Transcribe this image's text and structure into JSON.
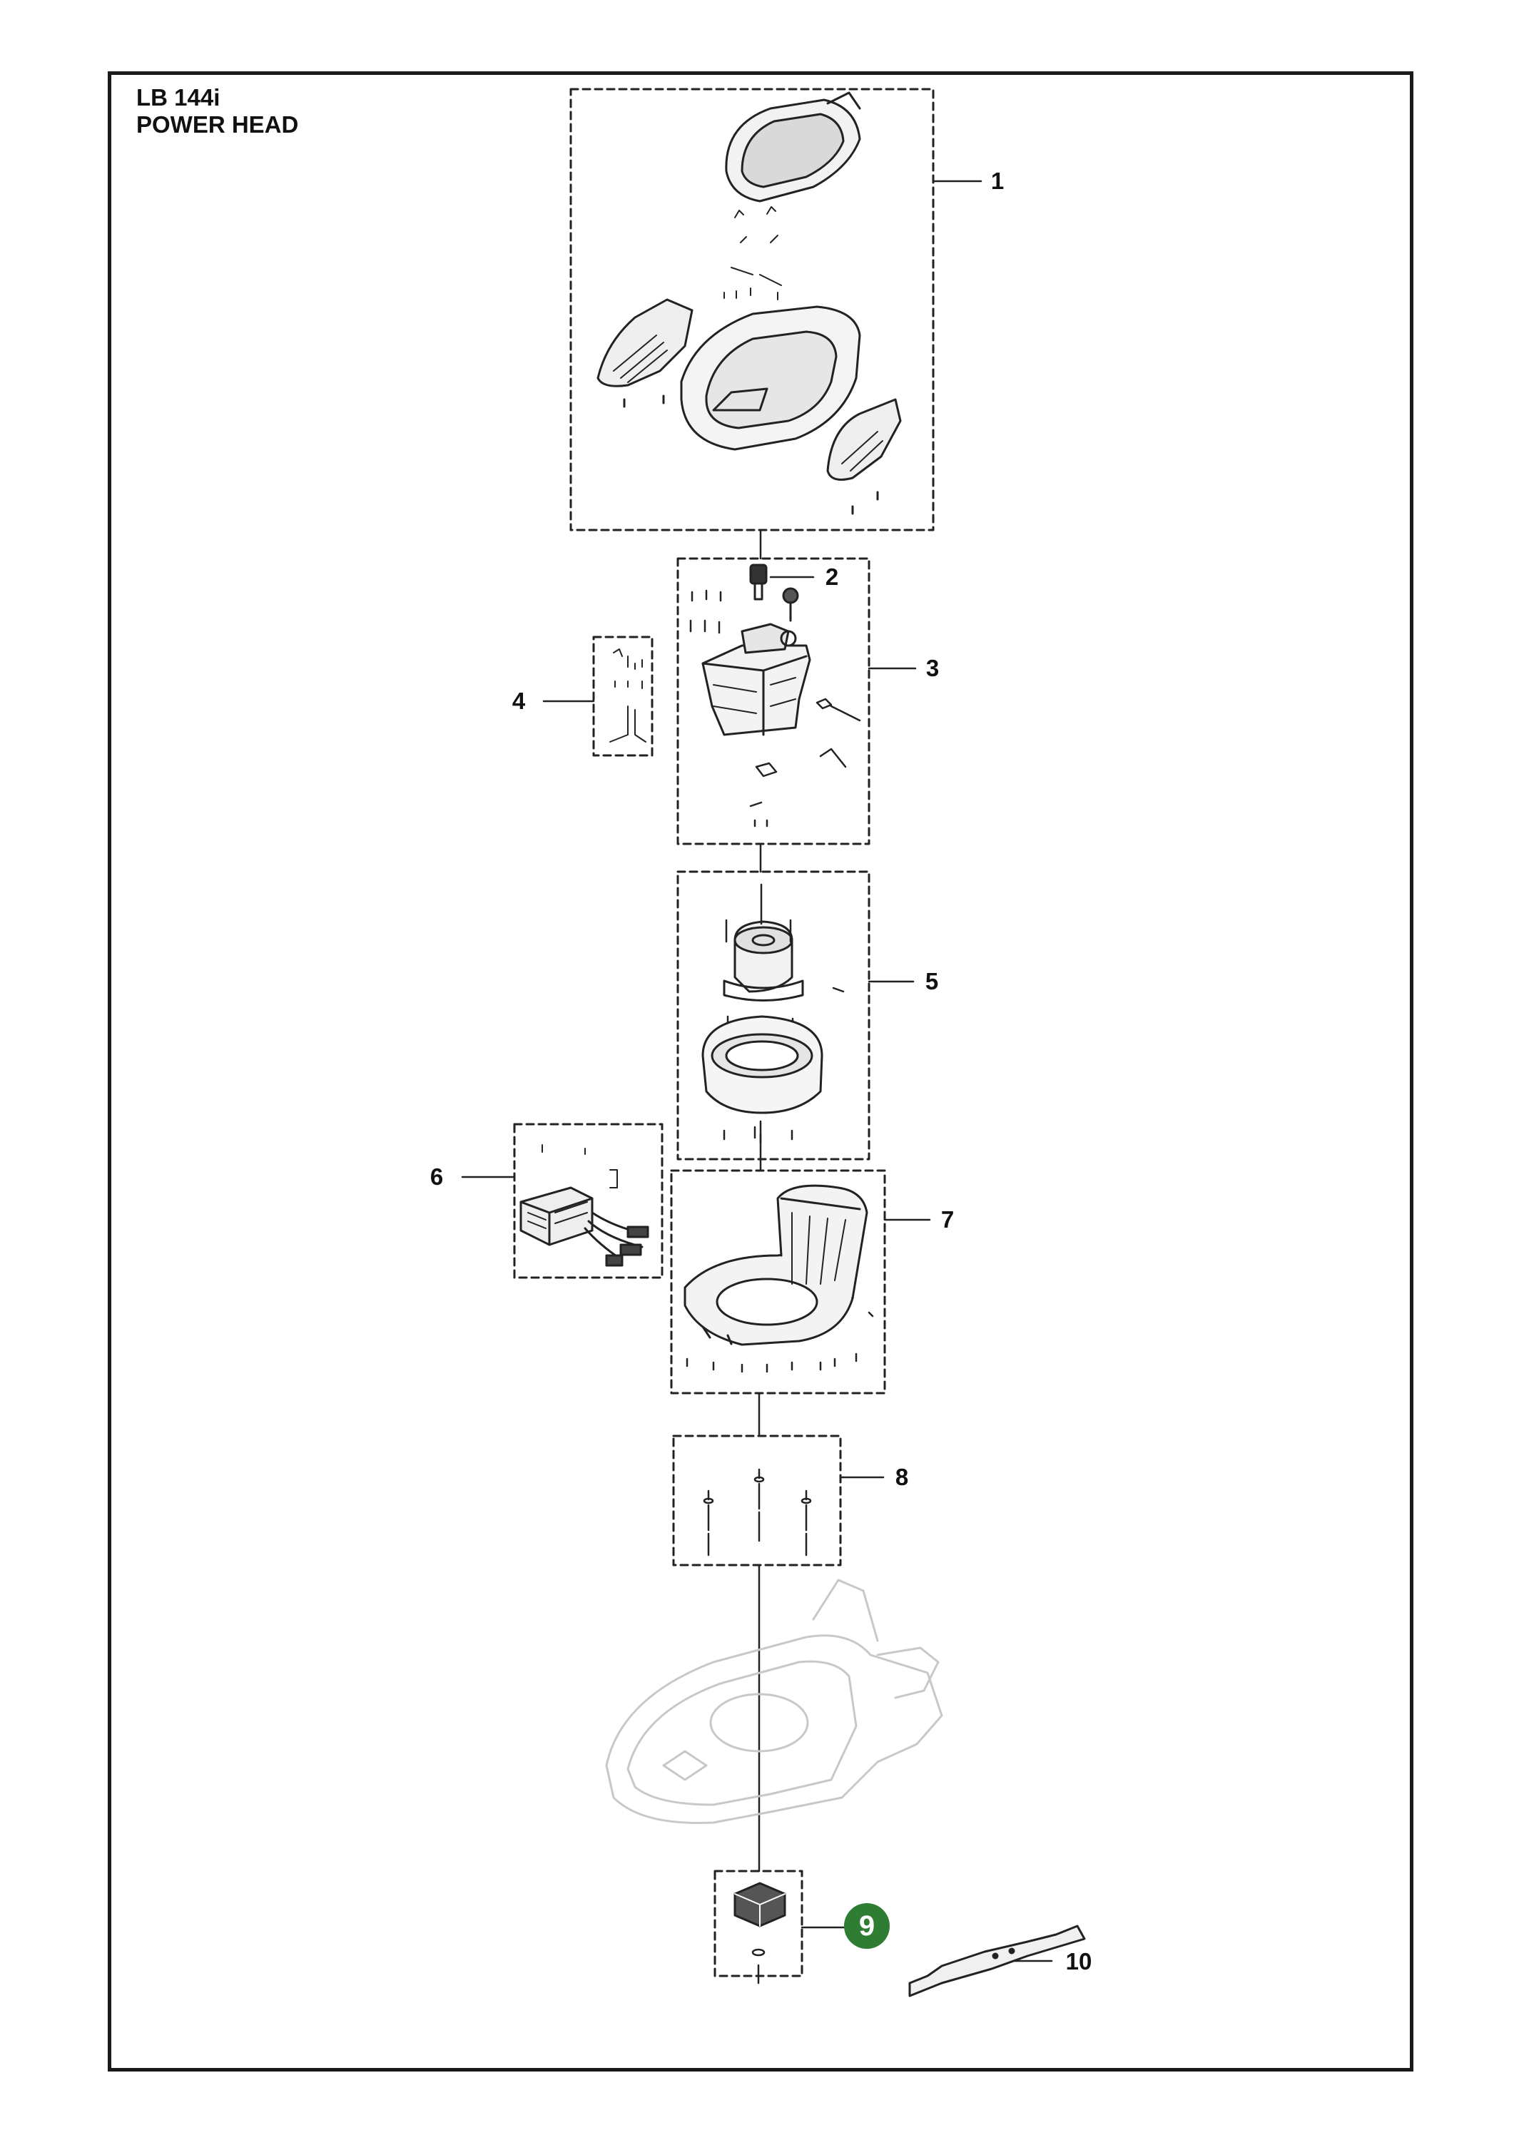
{
  "title": {
    "model": "LB 144i",
    "section": "POWER HEAD"
  },
  "colors": {
    "frame": "#1a1a1a",
    "highlight": "#2e7d32",
    "line": "#222222",
    "ghost": "#c8c8c8"
  },
  "callouts": [
    {
      "id": "1",
      "label": "1",
      "highlighted": false
    },
    {
      "id": "2",
      "label": "2",
      "highlighted": false
    },
    {
      "id": "3",
      "label": "3",
      "highlighted": false
    },
    {
      "id": "4",
      "label": "4",
      "highlighted": false
    },
    {
      "id": "5",
      "label": "5",
      "highlighted": false
    },
    {
      "id": "6",
      "label": "6",
      "highlighted": false
    },
    {
      "id": "7",
      "label": "7",
      "highlighted": false
    },
    {
      "id": "8",
      "label": "8",
      "highlighted": false
    },
    {
      "id": "9",
      "label": "9",
      "highlighted": true
    },
    {
      "id": "10",
      "label": "10",
      "highlighted": false
    }
  ],
  "parts": [
    {
      "callout": "1",
      "name": "top-cover-assembly-icon"
    },
    {
      "callout": "2",
      "name": "knob-icon"
    },
    {
      "callout": "3",
      "name": "battery-compartment-icon"
    },
    {
      "callout": "4",
      "name": "cable-kit-icon"
    },
    {
      "callout": "5",
      "name": "motor-housing-icon"
    },
    {
      "callout": "6",
      "name": "control-unit-icon"
    },
    {
      "callout": "7",
      "name": "chassis-cover-icon"
    },
    {
      "callout": "8",
      "name": "screw-kit-icon"
    },
    {
      "callout": "9",
      "name": "blade-hub-icon"
    },
    {
      "callout": "10",
      "name": "blade-icon"
    }
  ]
}
